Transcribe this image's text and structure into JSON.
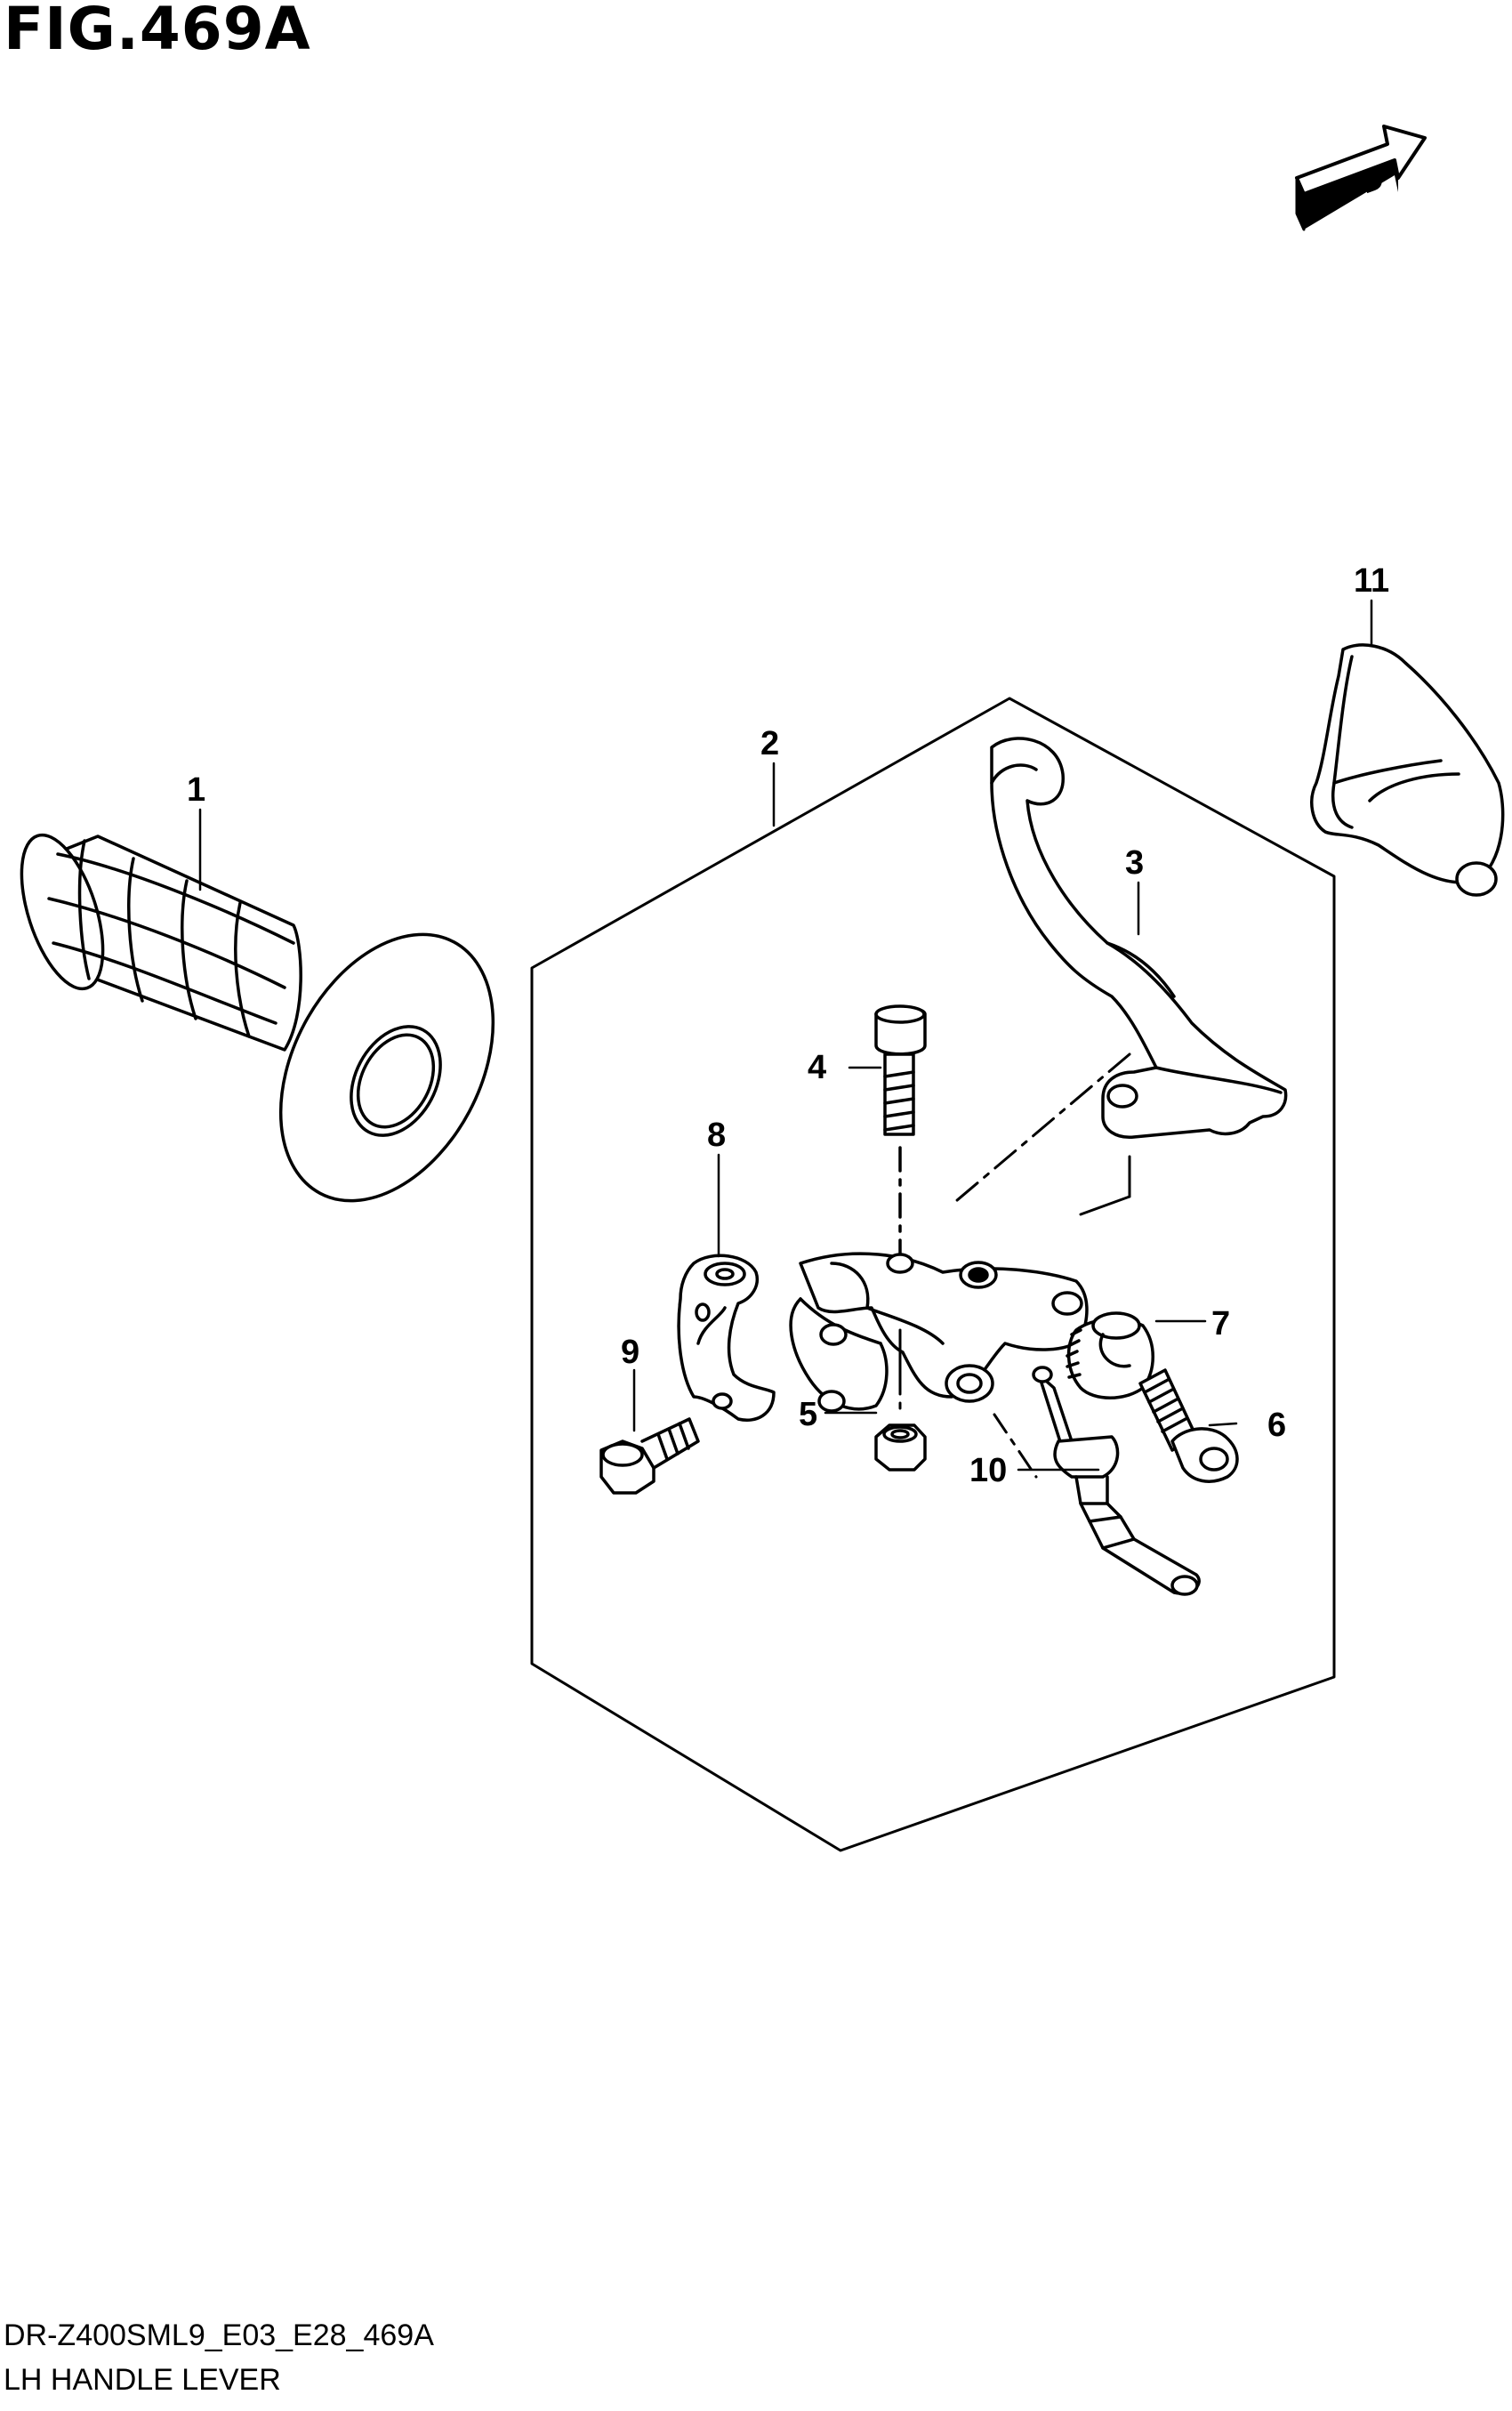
{
  "figure": {
    "title": "FIG.469A",
    "model_code": "DR-Z400SML9_E03_E28_469A",
    "name": "LH HANDLE LEVER",
    "fwd_label": "FWD"
  },
  "callouts": [
    {
      "id": "c1",
      "label": "1"
    },
    {
      "id": "c2",
      "label": "2"
    },
    {
      "id": "c3",
      "label": "3"
    },
    {
      "id": "c4",
      "label": "4"
    },
    {
      "id": "c5",
      "label": "5"
    },
    {
      "id": "c6",
      "label": "6"
    },
    {
      "id": "c7",
      "label": "7"
    },
    {
      "id": "c8",
      "label": "8"
    },
    {
      "id": "c9",
      "label": "9"
    },
    {
      "id": "c10",
      "label": "10"
    },
    {
      "id": "c11",
      "label": "11"
    }
  ]
}
